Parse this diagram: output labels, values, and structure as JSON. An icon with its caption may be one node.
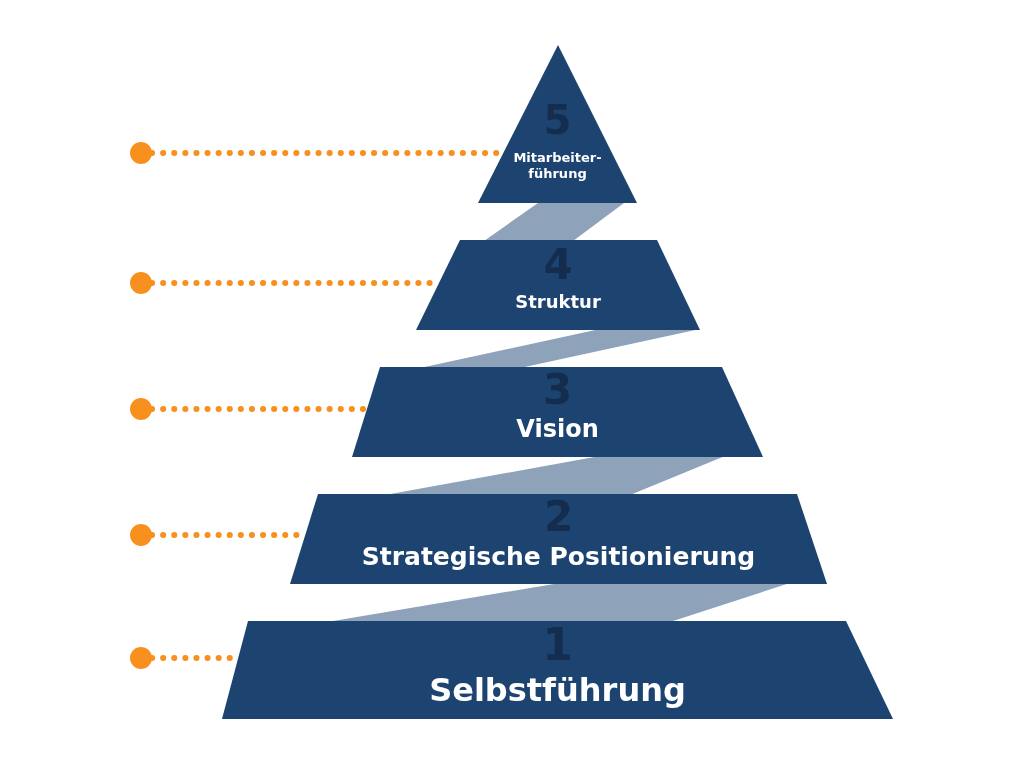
{
  "diagram": {
    "nodes": [
      {
        "text": [
          "5",
          "Mitarbeiter- führung"
        ]
      },
      {
        "text": [
          "4",
          "Struktur"
        ]
      },
      {
        "text": [
          "3",
          "Vision"
        ]
      },
      {
        "text": [
          "2",
          "Strategische Positionierung"
        ]
      },
      {
        "text": [
          "1",
          "Selbstführung"
        ]
      },
      {
        "text": [],
        "shape": "circle"
      },
      {
        "text": [],
        "shape": "circle"
      },
      {
        "text": [],
        "shape": "circle"
      },
      {
        "text": [],
        "shape": "circle"
      },
      {
        "text": [],
        "shape": "circle"
      }
    ],
    "edges": [
      {
        "from": 5,
        "to": 0,
        "arrow": "none",
        "style": "dashed"
      },
      {
        "from": 6,
        "to": 1,
        "arrow": "none",
        "style": "dashed"
      },
      {
        "from": 7,
        "to": 2,
        "arrow": "none",
        "style": "dashed"
      },
      {
        "from": 8,
        "to": 3,
        "arrow": "none",
        "style": "dashed"
      },
      {
        "from": 9,
        "to": 4,
        "arrow": "none",
        "style": "dashed"
      }
    ]
  }
}
